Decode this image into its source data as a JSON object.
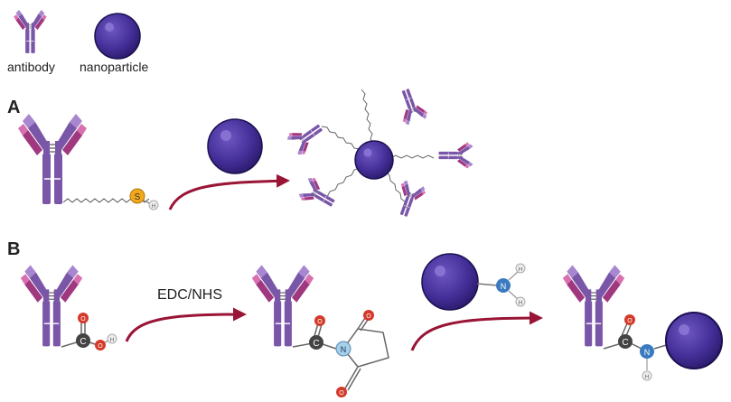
{
  "legend": {
    "antibody_label": "antibody",
    "nanoparticle_label": "nanoparticle"
  },
  "panels": {
    "a_label": "A",
    "b_label": "B"
  },
  "reaction_b": {
    "reagent_label": "EDC/NHS"
  },
  "atoms": {
    "sulfur": "S",
    "hydrogen": "H",
    "carbon": "C",
    "oxygen": "O",
    "nitrogen": "N"
  },
  "colors": {
    "heavy_chain": "#7a56a8",
    "heavy_chain_light": "#a886d0",
    "light_chain": "#a03880",
    "light_chain_light": "#d870b0",
    "nanoparticle": "#3d2a8a",
    "nanoparticle_highlight": "#7e6ad0",
    "arrow": "#9a1436",
    "sulfur": "#f2a81a",
    "oxygen": "#d43a2a",
    "carbon": "#444444",
    "nitrogen_amide": "#3a7ac0",
    "nitrogen_nhs": "#a6cfe8"
  }
}
